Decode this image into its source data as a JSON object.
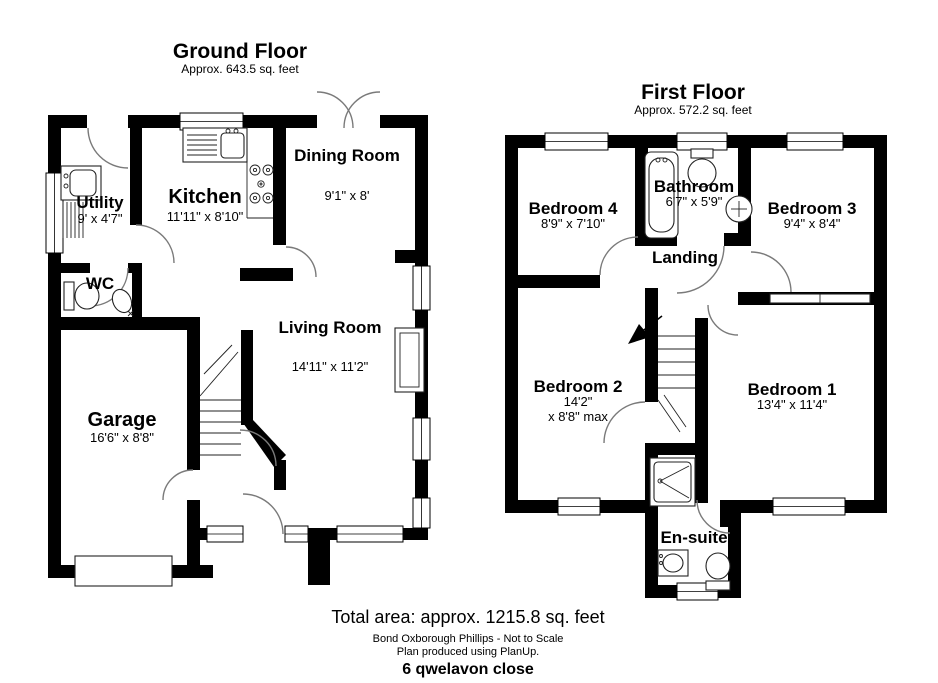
{
  "ground_floor": {
    "title": "Ground Floor",
    "subtitle": "Approx. 643.5 sq. feet",
    "rooms": {
      "utility": {
        "name": "Utility",
        "dims": "9' x 4'7\""
      },
      "kitchen": {
        "name": "Kitchen",
        "dims": "11'11\" x 8'10\""
      },
      "dining": {
        "name": "Dining Room",
        "dims": "9'1\" x 8'"
      },
      "wc": {
        "name": "WC"
      },
      "living": {
        "name": "Living Room",
        "dims": "14'11\" x 11'2\""
      },
      "garage": {
        "name": "Garage",
        "dims": "16'6\" x 8'8\""
      }
    }
  },
  "first_floor": {
    "title": "First Floor",
    "subtitle": "Approx. 572.2 sq. feet",
    "rooms": {
      "bedroom4": {
        "name": "Bedroom 4",
        "dims": "8'9\" x 7'10\""
      },
      "bathroom": {
        "name": "Bathroom",
        "dims": "6'7\" x 5'9\""
      },
      "bedroom3": {
        "name": "Bedroom 3",
        "dims": "9'4\" x 8'4\""
      },
      "landing": {
        "name": "Landing"
      },
      "bedroom2": {
        "name": "Bedroom 2",
        "dims_line1": "14'2\"",
        "dims_line2": "x 8'8\" max"
      },
      "bedroom1": {
        "name": "Bedroom 1",
        "dims": "13'4\" x 11'4\""
      },
      "ensuite": {
        "name": "En-suite"
      }
    }
  },
  "footer": {
    "total_area": "Total area: approx. 1215.8 sq. feet",
    "disclaimer_line1": "Bond Oxborough Phillips - Not to Scale",
    "disclaimer_line2": "Plan produced using PlanUp.",
    "address": "6 qwelavon close"
  },
  "colors": {
    "wall": "#000000",
    "arc": "#7a7a7a",
    "background": "#ffffff"
  }
}
